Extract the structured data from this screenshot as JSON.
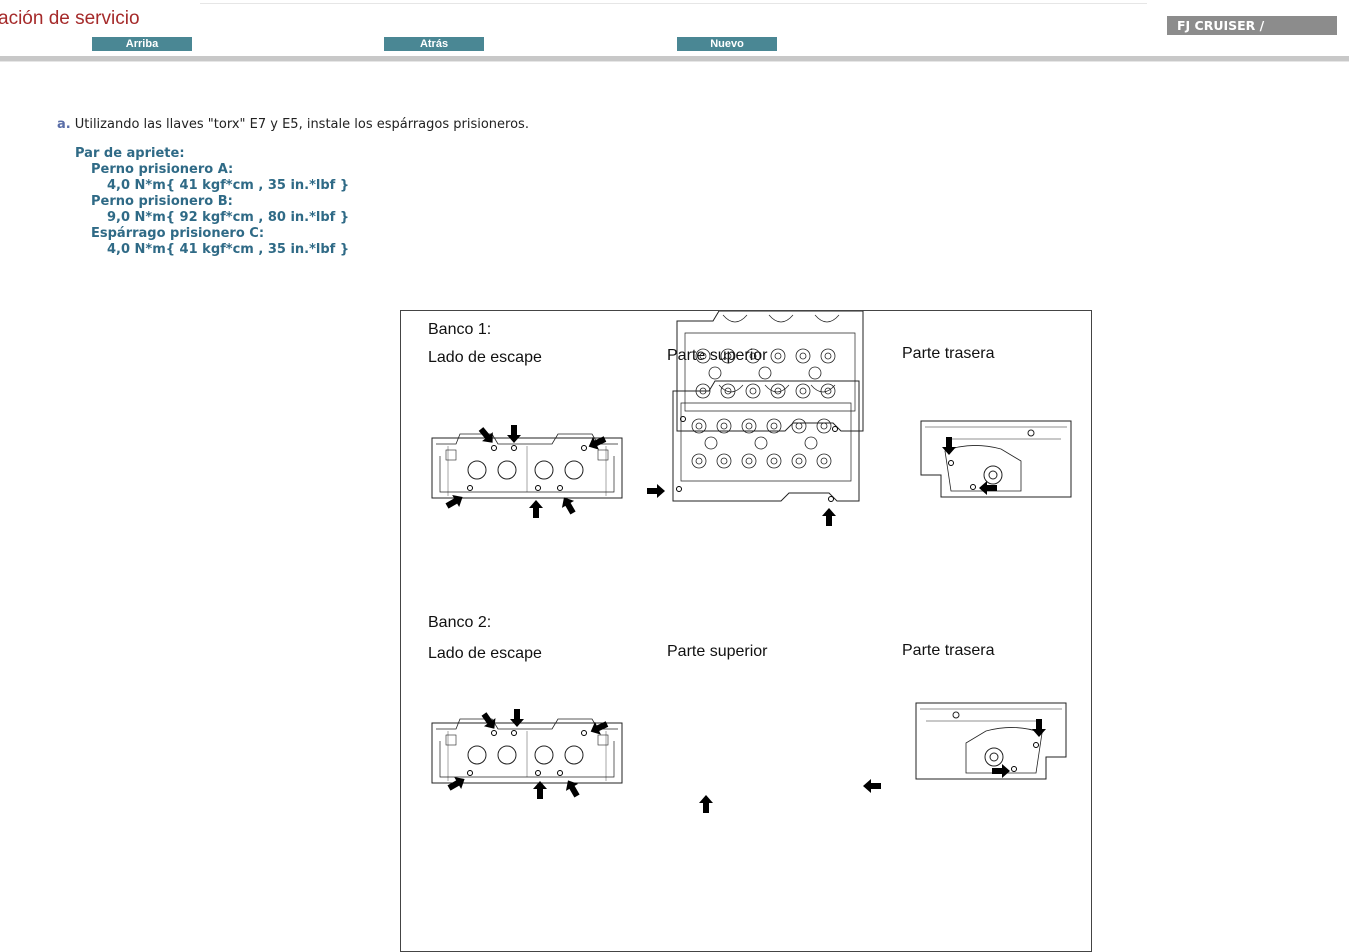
{
  "header": {
    "title": "ación de servicio",
    "model": "FJ CRUISER /"
  },
  "nav": {
    "up": "Arriba",
    "back": "Atrás",
    "new": "Nuevo"
  },
  "step": {
    "label": "a.",
    "text": "Utilizando las llaves \"torx\" E7 y E5, instale los espárragos prisioneros."
  },
  "torque": {
    "heading": "Par de apriete:",
    "items": [
      {
        "name": "Perno prisionero A:",
        "value": "4,0 N*m{ 41 kgf*cm , 35 in.*lbf }"
      },
      {
        "name": "Perno prisionero B:",
        "value": "9,0 N*m{ 92 kgf*cm , 80 in.*lbf }"
      },
      {
        "name": "Espárrago prisionero C:",
        "value": "4,0 N*m{ 41 kgf*cm , 35 in.*lbf }"
      }
    ]
  },
  "figure": {
    "bank1": {
      "title": "Banco 1:",
      "side": "Lado de escape",
      "top": "Parte superior",
      "rear": "Parte trasera"
    },
    "bank2": {
      "title": "Banco 2:",
      "side": "Lado de escape",
      "top": "Parte superior",
      "rear": "Parte trasera"
    }
  }
}
